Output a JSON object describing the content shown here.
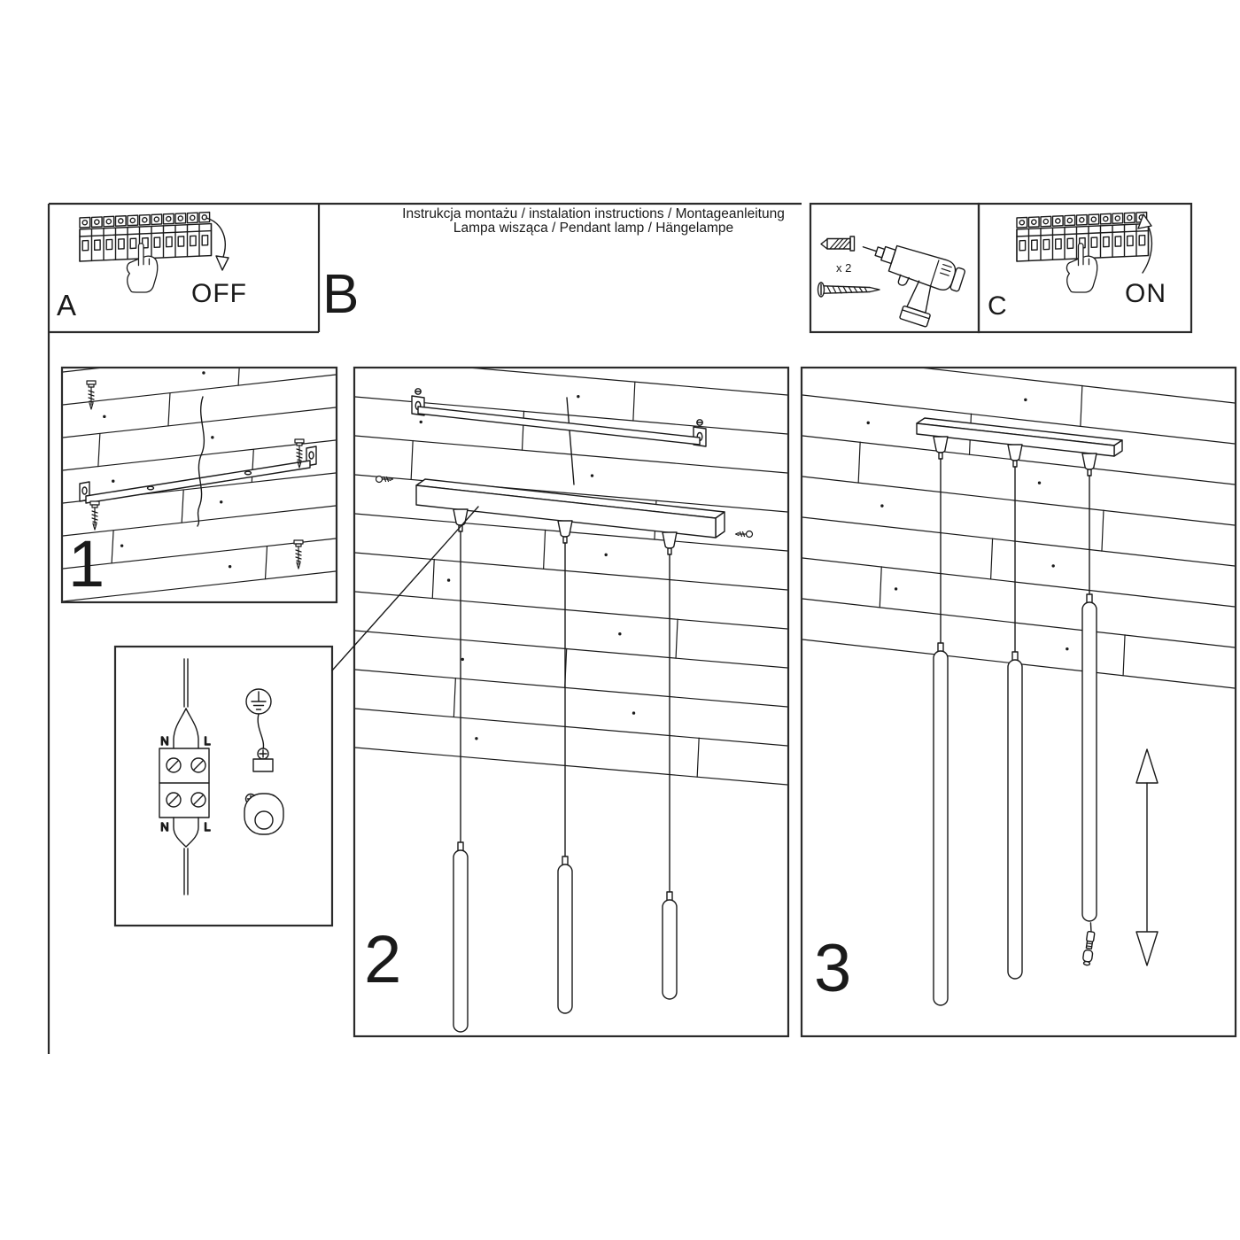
{
  "sheet": {
    "title_line1": "Instrukcja montażu / instalation instructions / Montageanleitung",
    "title_line2": "Lampa wisząca / Pendant lamp / Hängelampe"
  },
  "steps": {
    "a": {
      "label": "A",
      "switch_state": "OFF"
    },
    "b": {
      "label": "B"
    },
    "c": {
      "label": "C",
      "switch_state": "ON"
    },
    "s1": {
      "label": "1"
    },
    "s2": {
      "label": "2"
    },
    "s3": {
      "label": "3"
    }
  },
  "hardware": {
    "wall_plug_quantity": "x 2"
  },
  "wiring": {
    "top_left": "N",
    "top_right": "L",
    "bottom_left": "N",
    "bottom_right": "L"
  },
  "colors": {
    "ink": "#1a1a1a",
    "paper": "#ffffff"
  }
}
